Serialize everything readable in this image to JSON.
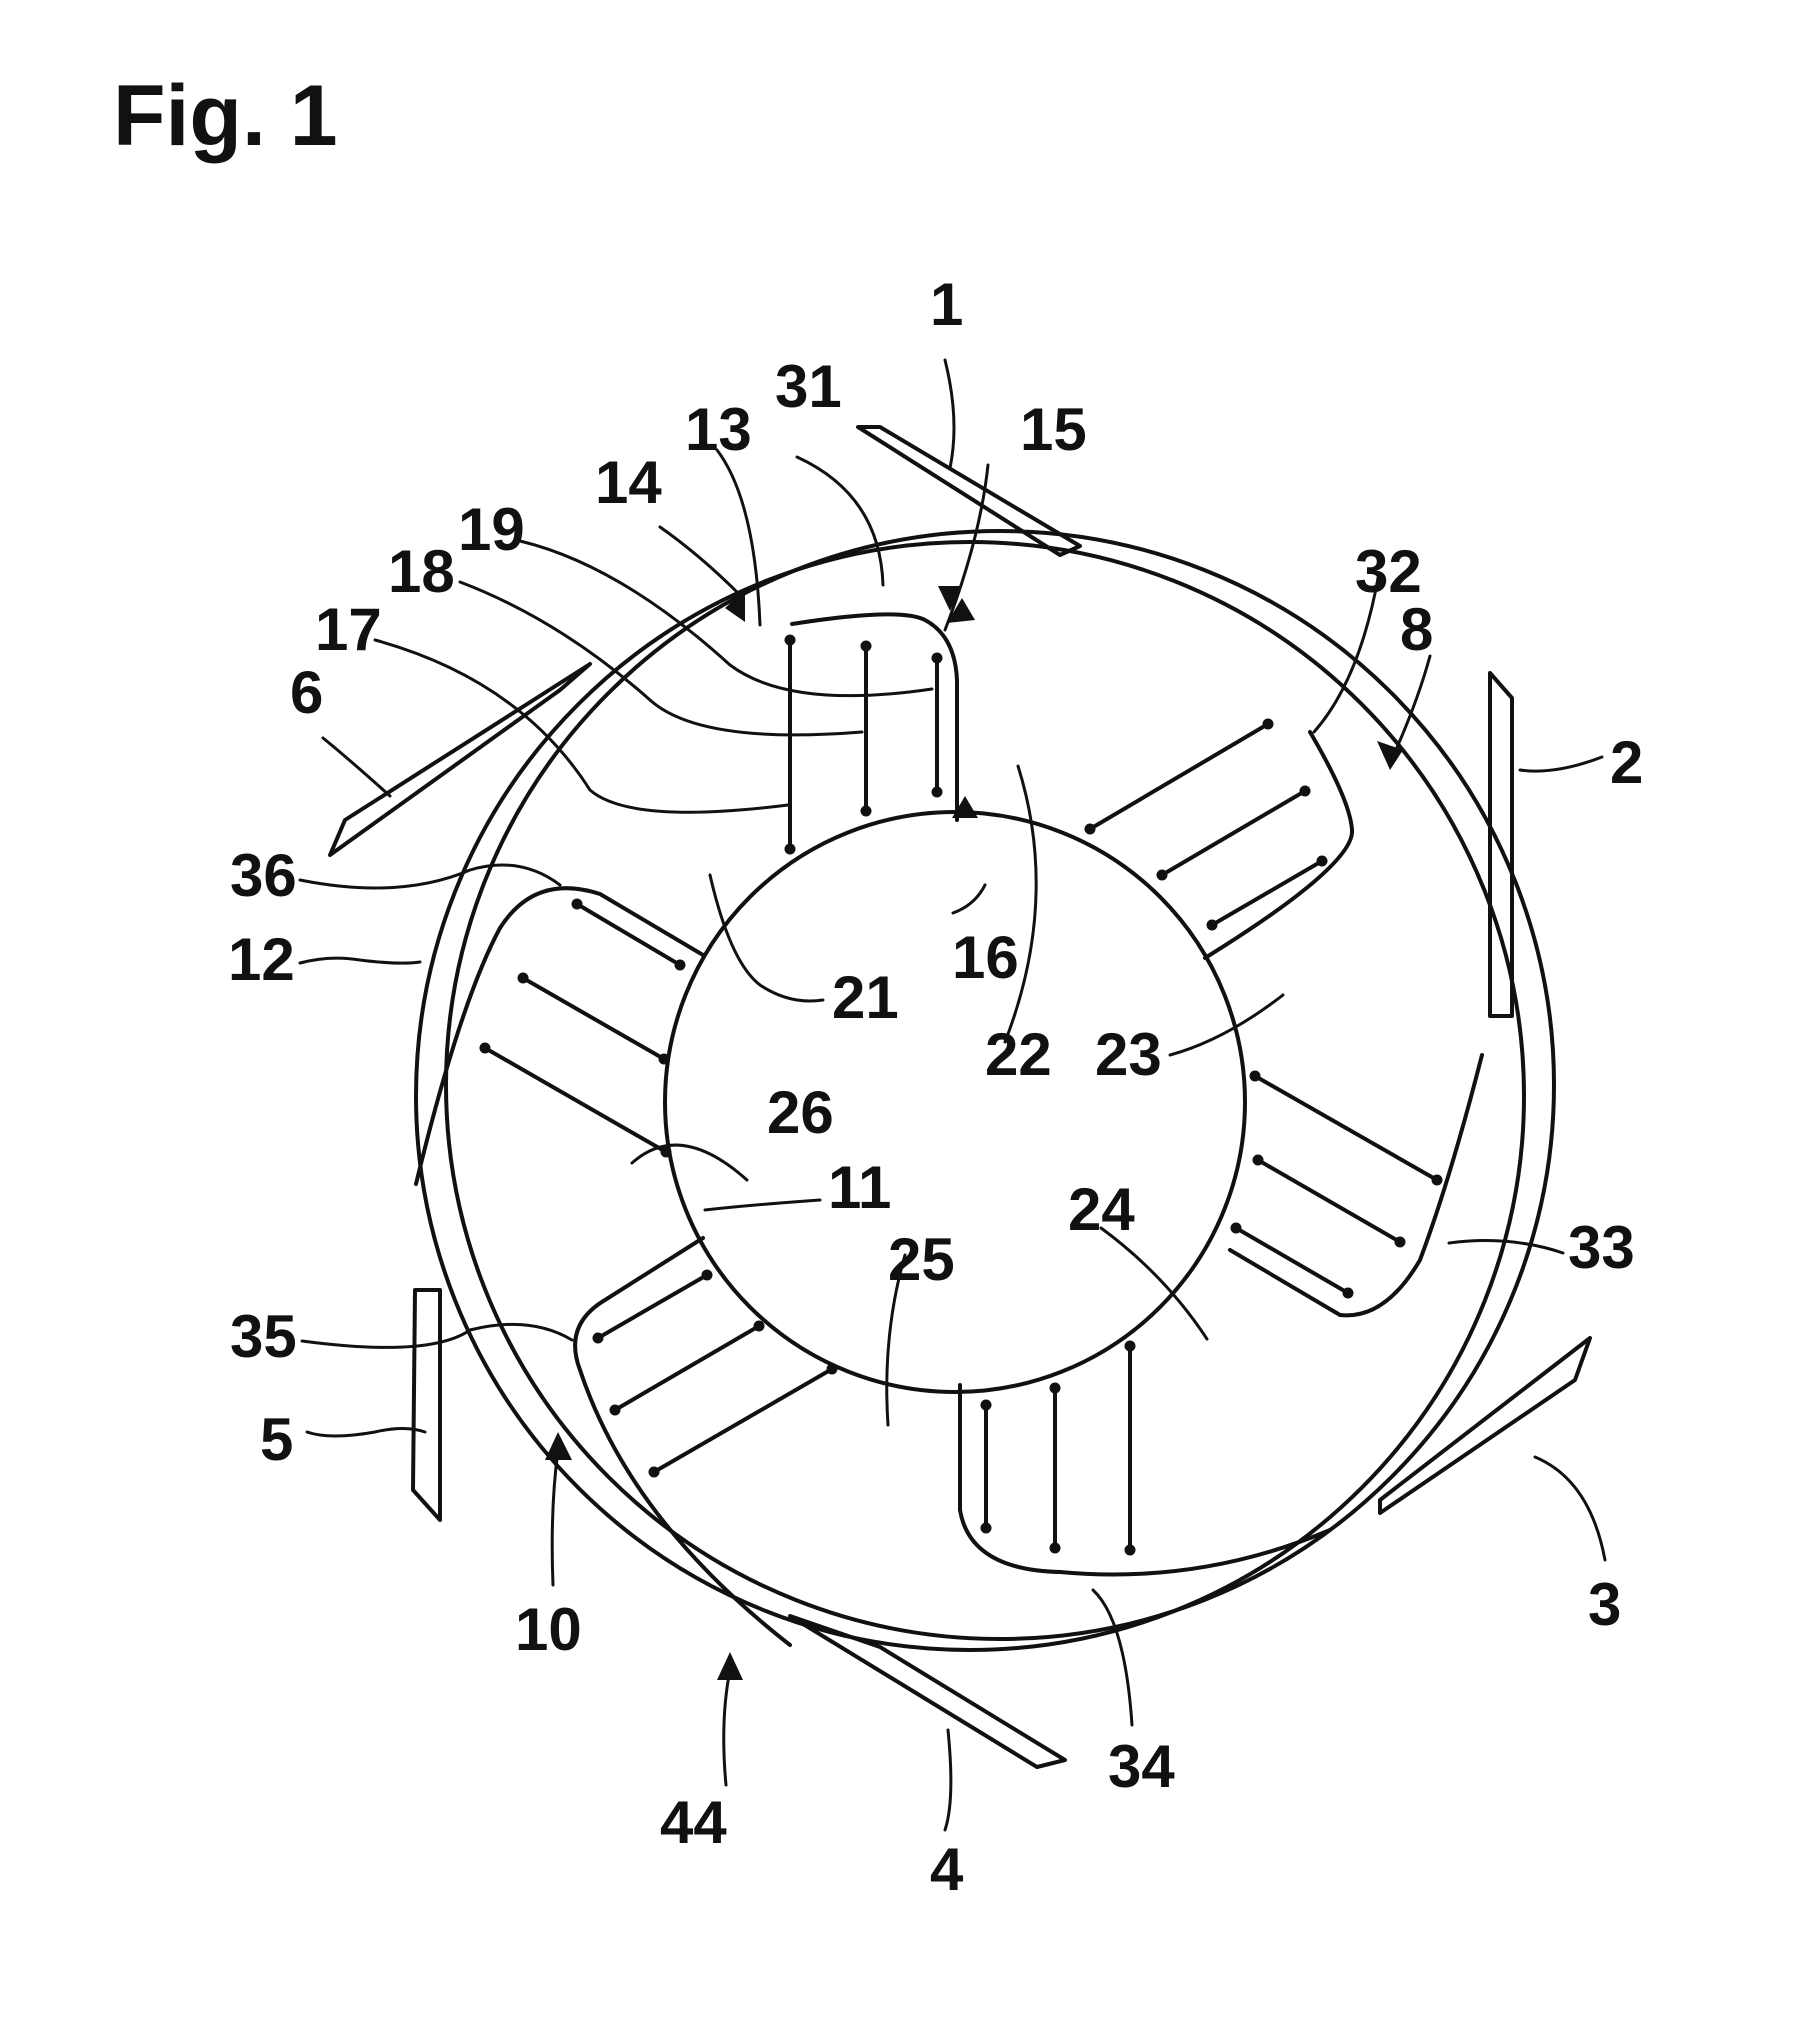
{
  "figure": {
    "title": "Fig. 1",
    "labels": {
      "l1": "1",
      "l2": "2",
      "l3": "3",
      "l4": "4",
      "l5": "5",
      "l6": "6",
      "l8": "8",
      "l10": "10",
      "l11": "11",
      "l12": "12",
      "l13": "13",
      "l14": "14",
      "l15": "15",
      "l16": "16",
      "l17": "17",
      "l18": "18",
      "l19": "19",
      "l21": "21",
      "l22": "22",
      "l23": "23",
      "l24": "24",
      "l25": "25",
      "l26": "26",
      "l31": "31",
      "l32": "32",
      "l33": "33",
      "l34": "34",
      "l35": "35",
      "l36": "36",
      "l44": "44"
    }
  }
}
